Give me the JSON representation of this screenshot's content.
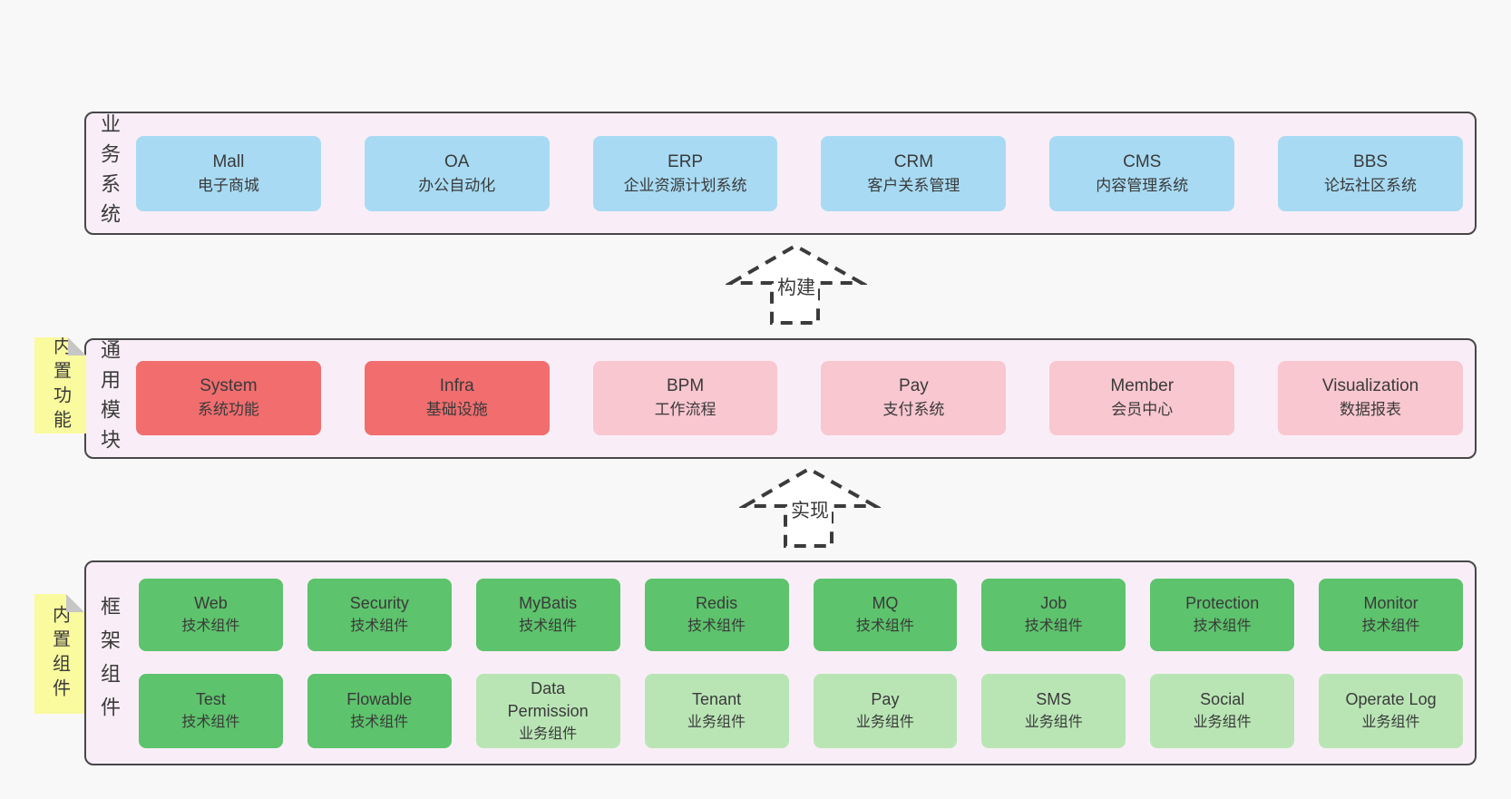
{
  "colors": {
    "background": "#f8f8f8",
    "container_bg": "#f9eef7",
    "container_border": "#474747",
    "blue": "#a8dbf3",
    "red": "#f16d6e",
    "pink": "#f9c7d0",
    "green": "#5dc36c",
    "green_light": "#b9e5b5",
    "sticky_yellow": "#fafa9e"
  },
  "arrows": [
    {
      "label": "构建"
    },
    {
      "label": "实现"
    }
  ],
  "sections": [
    {
      "side_label": "业务系统",
      "boxes": [
        {
          "name": "Mall",
          "desc": "电子商城",
          "variant": "blue"
        },
        {
          "name": "OA",
          "desc": "办公自动化",
          "variant": "blue"
        },
        {
          "name": "ERP",
          "desc": "企业资源计划系统",
          "variant": "blue"
        },
        {
          "name": "CRM",
          "desc": "客户关系管理",
          "variant": "blue"
        },
        {
          "name": "CMS",
          "desc": "内容管理系统",
          "variant": "blue"
        },
        {
          "name": "BBS",
          "desc": "论坛社区系统",
          "variant": "blue"
        }
      ]
    },
    {
      "side_label": "通用模块",
      "sticky": "内置功能",
      "boxes": [
        {
          "name": "System",
          "desc": "系统功能",
          "variant": "red"
        },
        {
          "name": "Infra",
          "desc": "基础设施",
          "variant": "red"
        },
        {
          "name": "BPM",
          "desc": "工作流程",
          "variant": "pink"
        },
        {
          "name": "Pay",
          "desc": "支付系统",
          "variant": "pink"
        },
        {
          "name": "Member",
          "desc": "会员中心",
          "variant": "pink"
        },
        {
          "name": "Visualization",
          "desc": "数据报表",
          "variant": "pink"
        }
      ]
    },
    {
      "side_label": "框架组件",
      "sticky": "内置组件",
      "tech_row": [
        {
          "name": "Web",
          "desc": "技术组件",
          "variant": "green"
        },
        {
          "name": "Security",
          "desc": "技术组件",
          "variant": "green"
        },
        {
          "name": "MyBatis",
          "desc": "技术组件",
          "variant": "green"
        },
        {
          "name": "Redis",
          "desc": "技术组件",
          "variant": "green"
        },
        {
          "name": "MQ",
          "desc": "技术组件",
          "variant": "green"
        },
        {
          "name": "Job",
          "desc": "技术组件",
          "variant": "green"
        },
        {
          "name": "Protection",
          "desc": "技术组件",
          "variant": "green"
        },
        {
          "name": "Monitor",
          "desc": "技术组件",
          "variant": "green"
        }
      ],
      "biz_row": [
        {
          "name": "Test",
          "desc": "技术组件",
          "variant": "green"
        },
        {
          "name": "Flowable",
          "desc": "技术组件",
          "variant": "green"
        },
        {
          "name": "Data Permission",
          "desc": "业务组件",
          "variant": "green-light"
        },
        {
          "name": "Tenant",
          "desc": "业务组件",
          "variant": "green-light"
        },
        {
          "name": "Pay",
          "desc": "业务组件",
          "variant": "green-light"
        },
        {
          "name": "SMS",
          "desc": "业务组件",
          "variant": "green-light"
        },
        {
          "name": "Social",
          "desc": "业务组件",
          "variant": "green-light"
        },
        {
          "name": "Operate Log",
          "desc": "业务组件",
          "variant": "green-light"
        }
      ]
    }
  ]
}
